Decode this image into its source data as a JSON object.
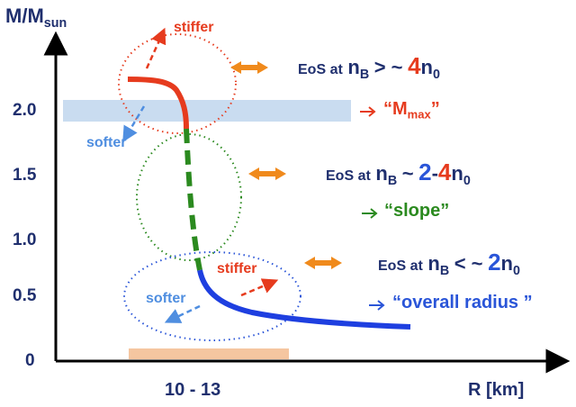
{
  "axes": {
    "y_label": "M/M",
    "y_label_sub": "sun",
    "x_label": "R [km]",
    "x_range_label": "10 - 13",
    "y_ticks": [
      "2.0",
      "1.5",
      "1.0",
      "0.5",
      "0"
    ]
  },
  "bands": {
    "mmax_band_value": 2.0
  },
  "annotations": {
    "top_stiffer": "stiffer",
    "top_softer": "softer",
    "bottom_stiffer": "stiffer",
    "bottom_softer": "softer"
  },
  "regions": [
    {
      "eos_prefix": "EoS at",
      "n": "n",
      "n_sub": "B",
      "relation": "> ~",
      "value": "4",
      "n0": "n",
      "n0_sub": "0",
      "result": "“M",
      "result_sub": "max",
      "result_end": "”",
      "color": "#e63b1e"
    },
    {
      "eos_prefix": "EoS at",
      "n": "n",
      "n_sub": "B",
      "relation": "~",
      "value_a": "2",
      "dash": "-",
      "value_b": "4",
      "n0": "n",
      "n0_sub": "0",
      "result": "“slope”",
      "color": "#2b8a1f"
    },
    {
      "eos_prefix": "EoS at",
      "n": "n",
      "n_sub": "B",
      "relation": "< ~",
      "value": "2",
      "n0": "n",
      "n0_sub": "0",
      "result": "“overall radius ”",
      "color": "#2a55d8"
    }
  ],
  "colors": {
    "axis": "#000000",
    "navy": "#1f2f6e",
    "red": "#e63b1e",
    "green": "#2b8a1f",
    "blue": "#2a55d8",
    "orange": "#f08a1c",
    "band": "#c9dcf0",
    "radius_band": "#f5c6a0"
  }
}
